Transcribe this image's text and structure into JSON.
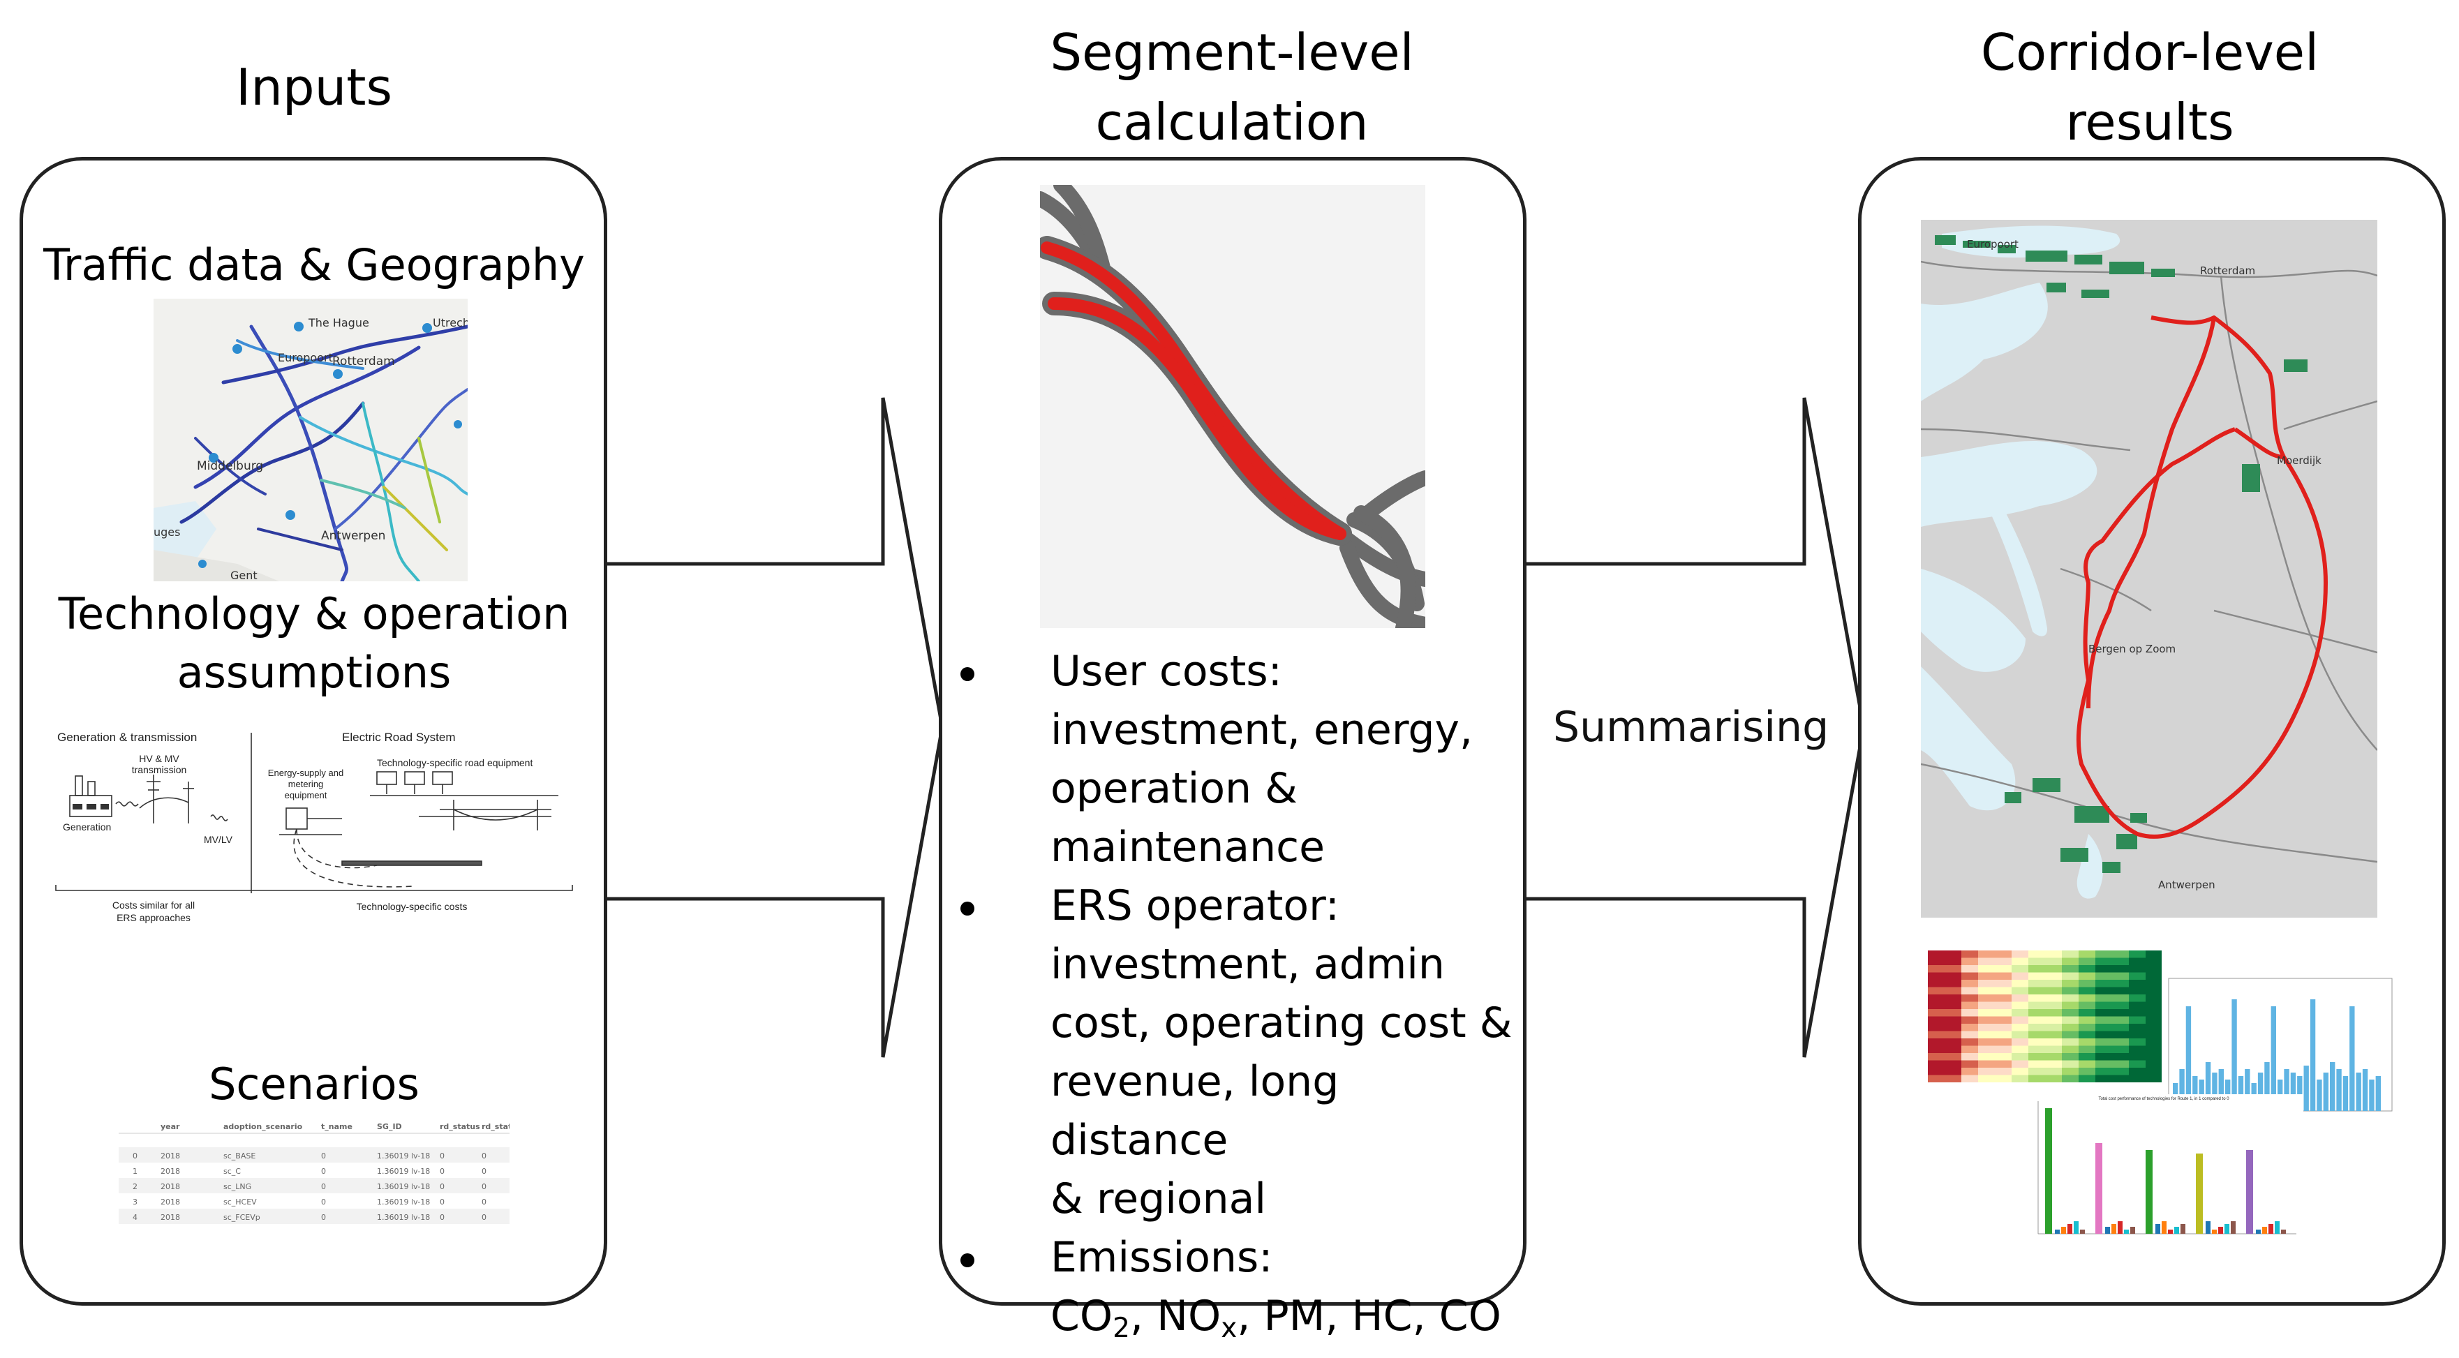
{
  "columns": {
    "inputs": {
      "title": "Inputs"
    },
    "segment": {
      "title_line1": "Segment-level",
      "title_line2": "calculation"
    },
    "corridor": {
      "title_line1": "Corridor-level",
      "title_line2": "results"
    }
  },
  "inputs_panel": {
    "traffic_title": "Traffic data & Geography",
    "traffic_map_labels": [
      "The Hague",
      "Utrech",
      "Europoort",
      "Rotterdam",
      "Middelburg",
      "uges",
      "Antwerpen",
      "Gent"
    ],
    "technology_title_line1": "Technology & operation",
    "technology_title_line2": "assumptions",
    "ers_diagram": {
      "gen_trans": "Generation & transmission",
      "ers": "Electric Road System",
      "hv_mv_1": "HV & MV",
      "hv_mv_2": "transmission",
      "generation": "Generation",
      "energy_supply_1": "Energy-supply and",
      "energy_supply_2": "metering",
      "energy_supply_3": "equipment",
      "road_equipment": "Technology-specific road equipment",
      "mv_lv": "MV/LV",
      "costs_similar_1": "Costs similar for all",
      "costs_similar_2": "ERS approaches",
      "tech_costs": "Technology-specific costs"
    },
    "scenarios_title": "Scenarios",
    "scenario_table": {
      "headers": [
        "",
        "year",
        "adoption_scenario",
        "t_name",
        "SG_ID",
        "rd_status",
        "rd_status_int"
      ],
      "rows": [
        [
          "0",
          "2018",
          "sc_BASE",
          "0",
          "1.36019 lv-18",
          "0",
          "0"
        ],
        [
          "1",
          "2018",
          "sc_C",
          "0",
          "1.36019 lv-18",
          "0",
          "0"
        ],
        [
          "2",
          "2018",
          "sc_LNG",
          "0",
          "1.36019 lv-18",
          "0",
          "0"
        ],
        [
          "3",
          "2018",
          "sc_HCEV",
          "0",
          "1.36019 lv-18",
          "0",
          "0"
        ],
        [
          "4",
          "2018",
          "sc_FCEVp",
          "0",
          "1.36019 lv-18",
          "0",
          "0"
        ]
      ]
    }
  },
  "segment_panel": {
    "bullets": [
      {
        "label": "User costs:",
        "lines": [
          "investment, energy,",
          "operation &",
          "maintenance"
        ]
      },
      {
        "label": "ERS operator:",
        "lines": [
          "investment, admin",
          "cost, operating cost &",
          "revenue, long distance",
          "& regional"
        ]
      },
      {
        "label": "Emissions:",
        "lines": []
      }
    ],
    "emissions": {
      "co": "CO",
      "two": "2",
      "sep1": ", NO",
      "x": "x",
      "rest": ", PM, HC, CO"
    }
  },
  "arrow_label": "Summarising",
  "corridor_panel": {
    "map_labels": [
      "Europoort",
      "Rotterdam",
      "Moerdijk",
      "Bergen op Zoom",
      "Antwerpen"
    ],
    "bar_chart_title": "Total cost performance of technologies for Route 1, in 1 compared to 0"
  },
  "colors": {
    "route_red": "#e0201c",
    "road_gray": "#6b6b6b",
    "industry_green": "#2e8b57",
    "water": "#d8eef6",
    "land": "#d3d3d3",
    "panel_border": "#222222"
  }
}
